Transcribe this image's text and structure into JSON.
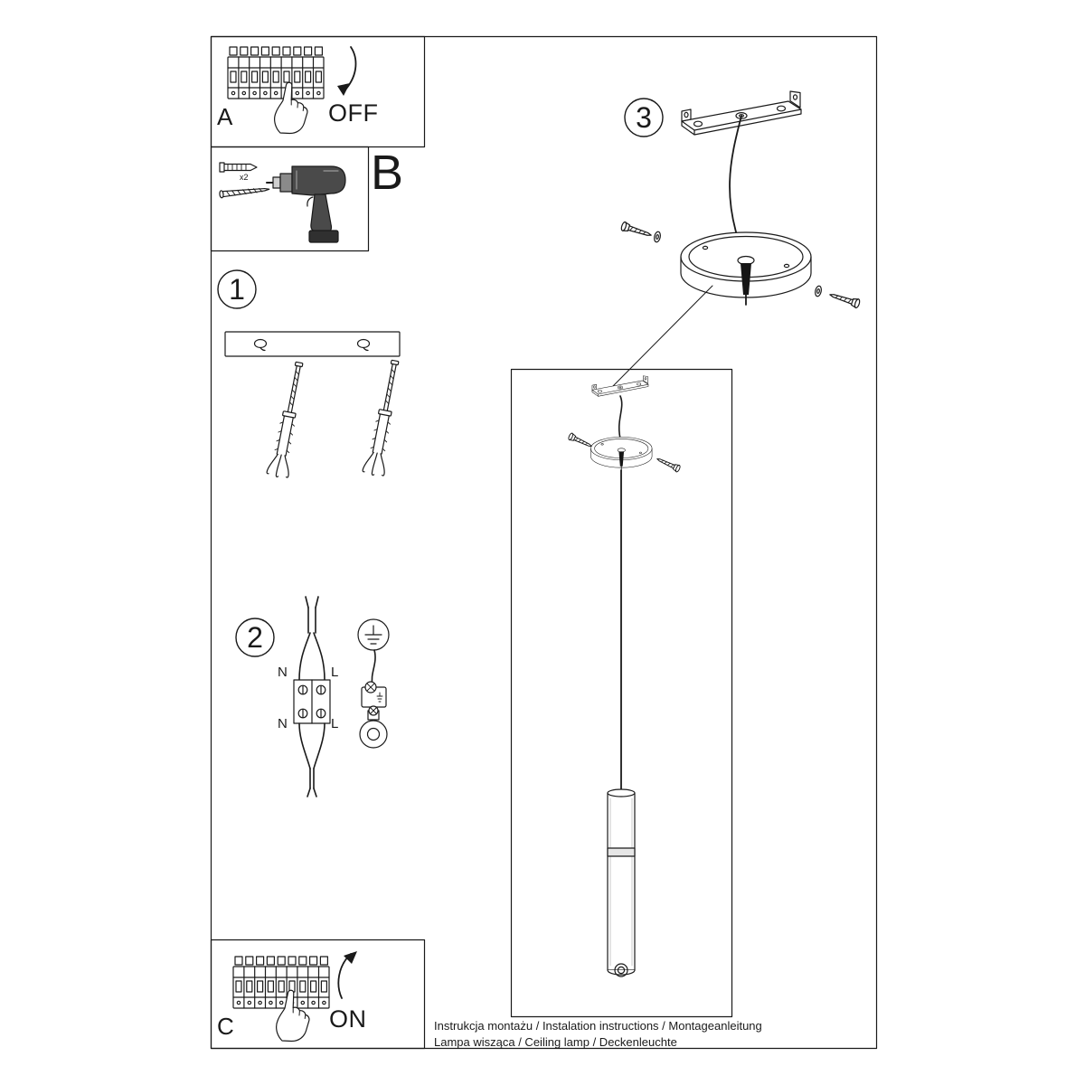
{
  "panels": {
    "a": {
      "label": "A",
      "action": "OFF"
    },
    "b": {
      "label": "B",
      "quantity": "x2"
    },
    "c": {
      "label": "C",
      "action": "ON"
    }
  },
  "steps": {
    "one": "1",
    "two": "2",
    "three": "3"
  },
  "wiring": {
    "neutral_top": "N",
    "live_top": "L",
    "neutral_bottom": "N",
    "live_bottom": "L"
  },
  "footer": {
    "line1": "Instrukcja montażu / Instalation instructions / Montageanleitung",
    "line2": "Lampa wisząca / Ceiling lamp / Deckenleuchte"
  },
  "colors": {
    "line": "#1a1a1a",
    "background": "#ffffff"
  }
}
